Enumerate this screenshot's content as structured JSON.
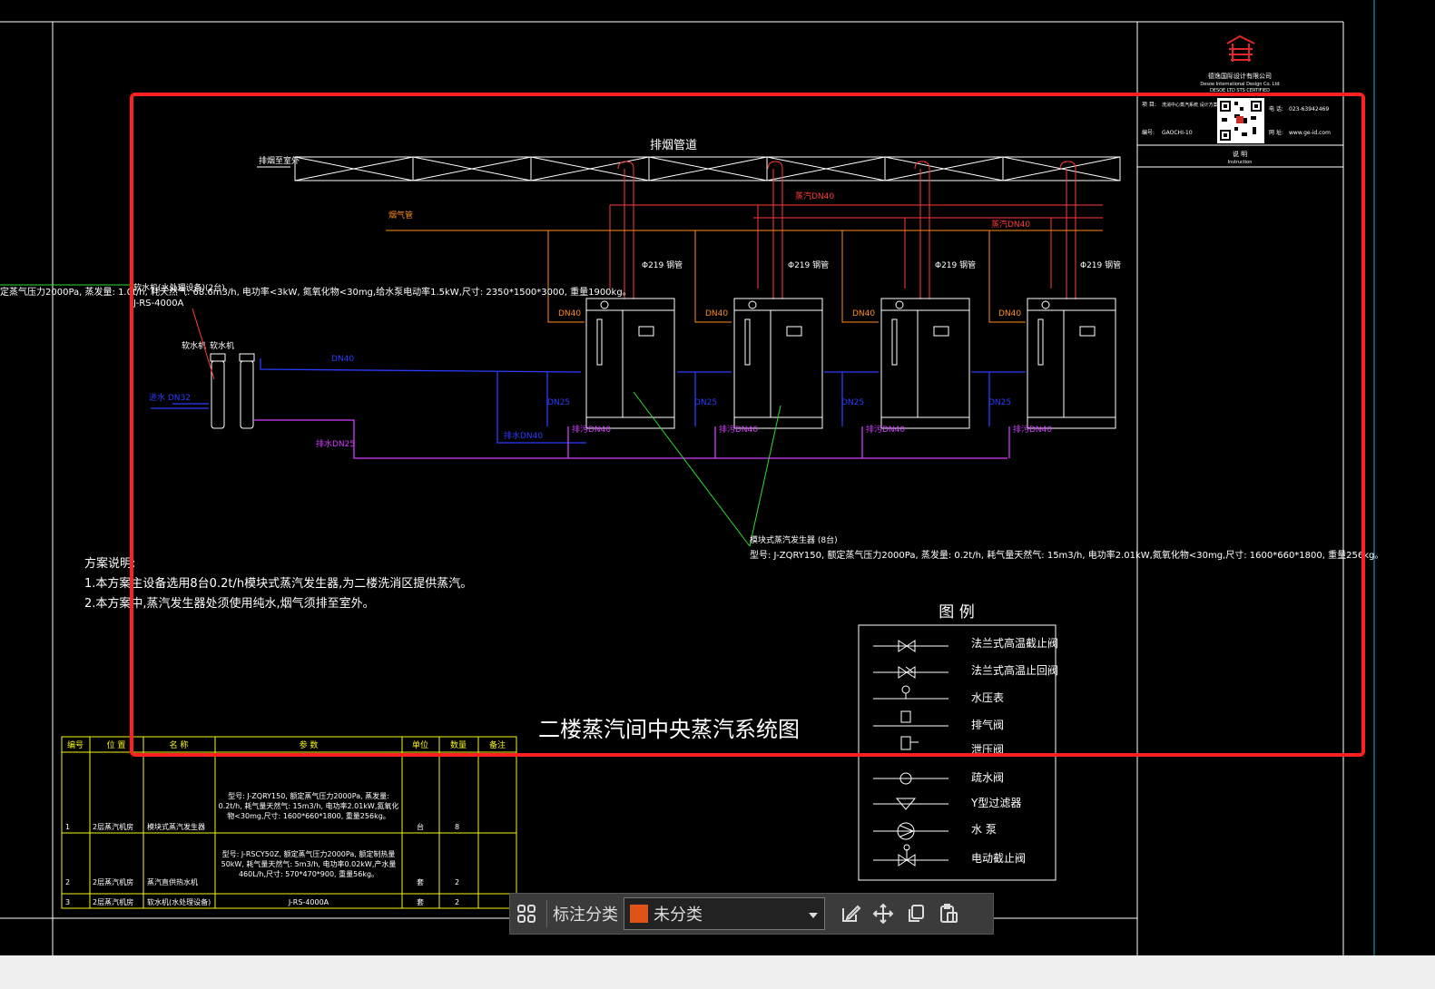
{
  "colors": {
    "background": "#000000",
    "frame": "#ffffff",
    "steam_pipe": "#ff3b3b",
    "flue_pipe": "#ff8c1a",
    "water_pipe": "#2a3cff",
    "drain_pipe": "#d23cff",
    "leader": "#2bdc2b",
    "table": "#f5f51a",
    "selection": "#ff2020",
    "viewport_edge": "#17b5c8",
    "category_swatch": "#e0541c"
  },
  "drawing": {
    "title": "二楼蒸汽间中央蒸汽系统图",
    "flue_header_label": "排烟管道",
    "flue_outlet_label": "排烟至室外",
    "steam_main_label": "蒸汽DN40",
    "steam_branch_label": "蒸汽DN40",
    "flue_pipe_label": "烟气管",
    "steam_pipe_spec": "Φ219 钢管",
    "boiler_valve_label": "DN40",
    "water_in_label": "DN40",
    "water_branch_label": "DN25",
    "inlet_label": "进水 DN32",
    "drain_label": "排水DN25",
    "main_drain_label": "排水DN40",
    "blowdown_label": "排污DN40",
    "softener_labels": [
      "软水机",
      "软水机"
    ],
    "softener_callout": "定蒸气压力2000Pa, 蒸发量: 1.0t/h, 耗天然气: 68.6m3/h, 电功率<3kW, 氮氧化物<30mg,给水泵电动率1.5kW,尺寸: 2350*1500*3000, 重量1900kg。",
    "softener_title": "软水机(水处理设备)(2台)",
    "softener_model": "J-RS-4000A",
    "generator_title": "模块式蒸汽发生器 (8台)",
    "generator_spec": "型号: J-ZQRY150, 额定蒸气压力2000Pa, 蒸发量: 0.2t/h, 耗气量天然气: 15m3/h, 电功率2.01kW,氮氧化物<30mg,尺寸: 1600*660*1800, 重量256kg。",
    "notes_title": "方案说明:",
    "notes": [
      "1.本方案主设备选用8台0.2t/h模块式蒸汽发生器,为二楼洗消区提供蒸汽。",
      "2.本方案中,蒸汽发生器处须使用纯水,烟气须排至室外。"
    ]
  },
  "legend": {
    "title": "图 例",
    "items": [
      {
        "icon": "flanged-globe-valve-icon",
        "label": "法兰式高温截止阀"
      },
      {
        "icon": "flanged-check-valve-icon",
        "label": "法兰式高温止回阀"
      },
      {
        "icon": "pressure-gauge-icon",
        "label": "水压表"
      },
      {
        "icon": "air-vent-valve-icon",
        "label": "排气阀"
      },
      {
        "icon": "pressure-relief-valve-icon",
        "label": "泄压阀"
      },
      {
        "icon": "steam-trap-icon",
        "label": "疏水阀"
      },
      {
        "icon": "y-strainer-icon",
        "label": "Y型过滤器"
      },
      {
        "icon": "water-pump-icon",
        "label": "水  泵"
      },
      {
        "icon": "motorized-valve-icon",
        "label": "电动截止阀"
      }
    ]
  },
  "title_block": {
    "company_cn": "德逸国际设计有限公司",
    "company_en": "Desoe International Design Co. Ltd",
    "company_sub": "DESOE LTD   STS CERTIFIED",
    "project_label": "项  目:",
    "project_value": "洗消中心蒸汽系统 设计方案与图纸",
    "number_label": "编号:",
    "number_value": "GAOCHI-10",
    "phone_label": "电  话:",
    "phone_value": "023-63942469",
    "web_label": "网  址:",
    "web_value": "www.ge-id.com",
    "section_label": "说  明",
    "section_sub": "Instruction"
  },
  "equipment_table": {
    "headers": [
      "编号",
      "位  置",
      "名  称",
      "参  数",
      "单位",
      "数量",
      "备注"
    ],
    "rows": [
      [
        "1",
        "2层蒸汽机房",
        "模块式蒸汽发生器",
        "型号: J-ZQRY150, 额定蒸气压力2000Pa, 蒸发量: 0.2t/h, 耗气量天然气: 15m3/h, 电功率2.01kW,氮氧化物<30mg,尺寸: 1600*660*1800, 重量256kg。",
        "台",
        "8",
        ""
      ],
      [
        "2",
        "2层蒸汽机房",
        "蒸汽直供热水机",
        "型号: J-RSCY50Z, 额定蒸气压力2000Pa, 额定制热量50kW, 耗气量天然气: 5m3/h, 电功率0.02kW,产水量460L/h,尺寸: 570*470*900, 重量56kg。",
        "套",
        "2",
        ""
      ],
      [
        "3",
        "2层蒸汽机房",
        "软水机(水处理设备)",
        "J-RS-4000A",
        "套",
        "2",
        ""
      ]
    ]
  },
  "toolbar": {
    "label": "标注分类",
    "category_value": "未分类"
  }
}
